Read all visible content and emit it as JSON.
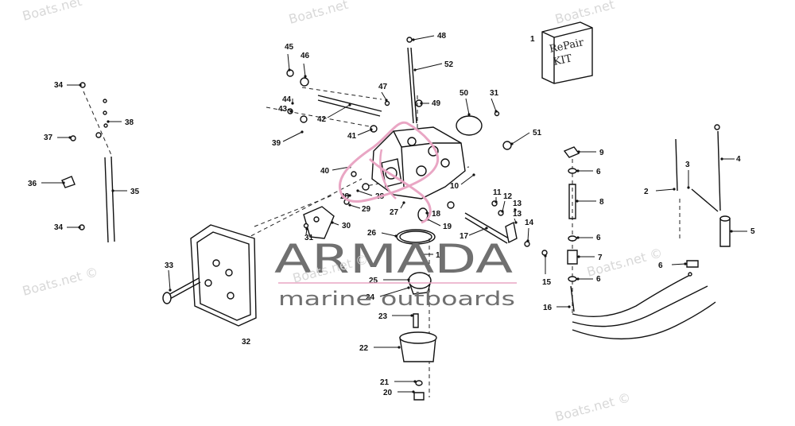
{
  "watermarks": [
    {
      "text": "Boats.net"
    },
    {
      "text": "Boats.net"
    },
    {
      "text": "Boats.net"
    },
    {
      "text": "Boats.net ©"
    },
    {
      "text": "Boats.net ©"
    },
    {
      "text": "Boats.net ©"
    }
  ],
  "brand": {
    "name": "ARMADA",
    "tagline": "marine outboards",
    "overlay": "Boats.net ©",
    "accent_color": "#e9a6c4",
    "text_color": "#707070"
  },
  "kit_box": {
    "label_line1": "RePair",
    "label_line2": "KIT"
  },
  "callouts": [
    {
      "label": "1"
    },
    {
      "label": "2"
    },
    {
      "label": "3"
    },
    {
      "label": "4"
    },
    {
      "label": "5"
    },
    {
      "label": "6"
    },
    {
      "label": "6"
    },
    {
      "label": "6"
    },
    {
      "label": "6"
    },
    {
      "label": "7"
    },
    {
      "label": "8"
    },
    {
      "label": "9"
    },
    {
      "label": "10"
    },
    {
      "label": "11"
    },
    {
      "label": "12"
    },
    {
      "label": "13"
    },
    {
      "label": "13"
    },
    {
      "label": "14"
    },
    {
      "label": "15"
    },
    {
      "label": "16"
    },
    {
      "label": "17"
    },
    {
      "label": "18"
    },
    {
      "label": "19"
    },
    {
      "label": "19"
    },
    {
      "label": "20"
    },
    {
      "label": "21"
    },
    {
      "label": "22"
    },
    {
      "label": "23"
    },
    {
      "label": "24"
    },
    {
      "label": "25"
    },
    {
      "label": "26"
    },
    {
      "label": "27"
    },
    {
      "label": "28"
    },
    {
      "label": "28"
    },
    {
      "label": "29"
    },
    {
      "label": "30"
    },
    {
      "label": "31"
    },
    {
      "label": "31"
    },
    {
      "label": "32"
    },
    {
      "label": "33"
    },
    {
      "label": "34"
    },
    {
      "label": "34"
    },
    {
      "label": "35"
    },
    {
      "label": "36"
    },
    {
      "label": "37"
    },
    {
      "label": "38"
    },
    {
      "label": "39"
    },
    {
      "label": "40"
    },
    {
      "label": "41"
    },
    {
      "label": "42"
    },
    {
      "label": "43"
    },
    {
      "label": "44"
    },
    {
      "label": "45"
    },
    {
      "label": "46"
    },
    {
      "label": "47"
    },
    {
      "label": "48"
    },
    {
      "label": "49"
    },
    {
      "label": "50"
    },
    {
      "label": "51"
    },
    {
      "label": "52"
    }
  ]
}
